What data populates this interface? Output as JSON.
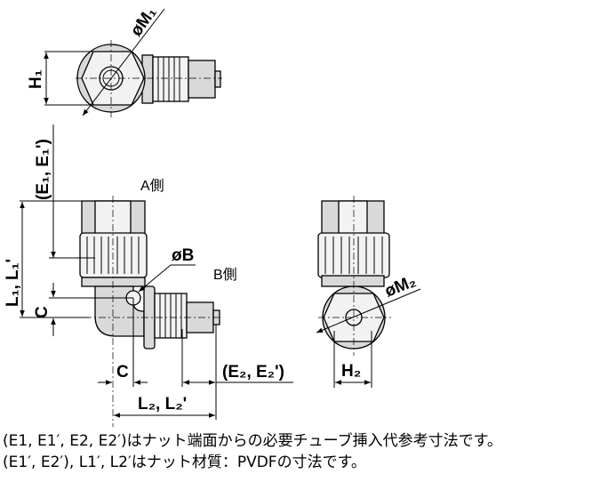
{
  "labels": {
    "h1": "H₁",
    "m1": "øM₁",
    "e1": "(E₁, E₁')",
    "l1": "L₁, L₁'",
    "c_vertical": "C",
    "c_horizontal": "C",
    "side_a": "A側",
    "side_b": "B側",
    "b": "øB",
    "e2": "(E₂, E₂')",
    "l2": "L₂, L₂'",
    "m2": "øM₂",
    "h2": "H₂"
  },
  "notes": [
    "(E1, E1′, E2, E2′)はナット端面からの必要チューブ挿入代参考寸法です。",
    "(E1′, E2′), L1′, L2′はナット材質：PVDFの寸法です。"
  ]
}
